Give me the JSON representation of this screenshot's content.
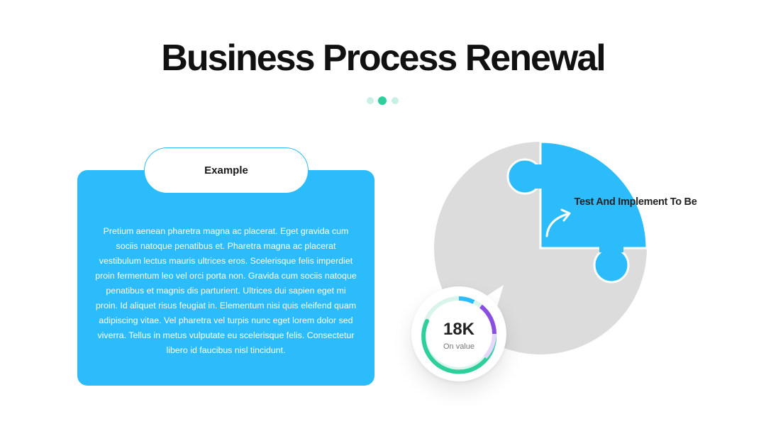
{
  "slide": {
    "title": "Business Process Renewal"
  },
  "card": {
    "tab_label": "Example",
    "body": "Pretium aenean pharetra magna ac placerat. Eget gravida cum sociis natoque penatibus et. Pharetra magna ac placerat vestibulum lectus mauris ultrices eros. Scelerisque felis imperdiet proin fermentum leo vel orci porta non. Gravida cum sociis natoque penatibus et magnis dis parturient. Ultrices dui sapien eget mi proin. Id aliquet risus feugiat in. Elementum nisi quis eleifend quam adipiscing vitae. Vel pharetra vel turpis nunc eget lorem dolor sed viverra. Tellus in metus vulputate eu scelerisque felis. Consectetur libero id faucibus nisl tincidunt."
  },
  "puzzle": {
    "step_label": "Test And Implement To Be",
    "arrow_icon": "curved-arrow-icon"
  },
  "kpi": {
    "value": "18K",
    "label": "On value"
  },
  "colors": {
    "accent_blue": "#2cbcfb",
    "gray": "#dcdcdc",
    "teal": "#2ecf9d",
    "purple": "#8a4fe0",
    "title": "#111111"
  }
}
